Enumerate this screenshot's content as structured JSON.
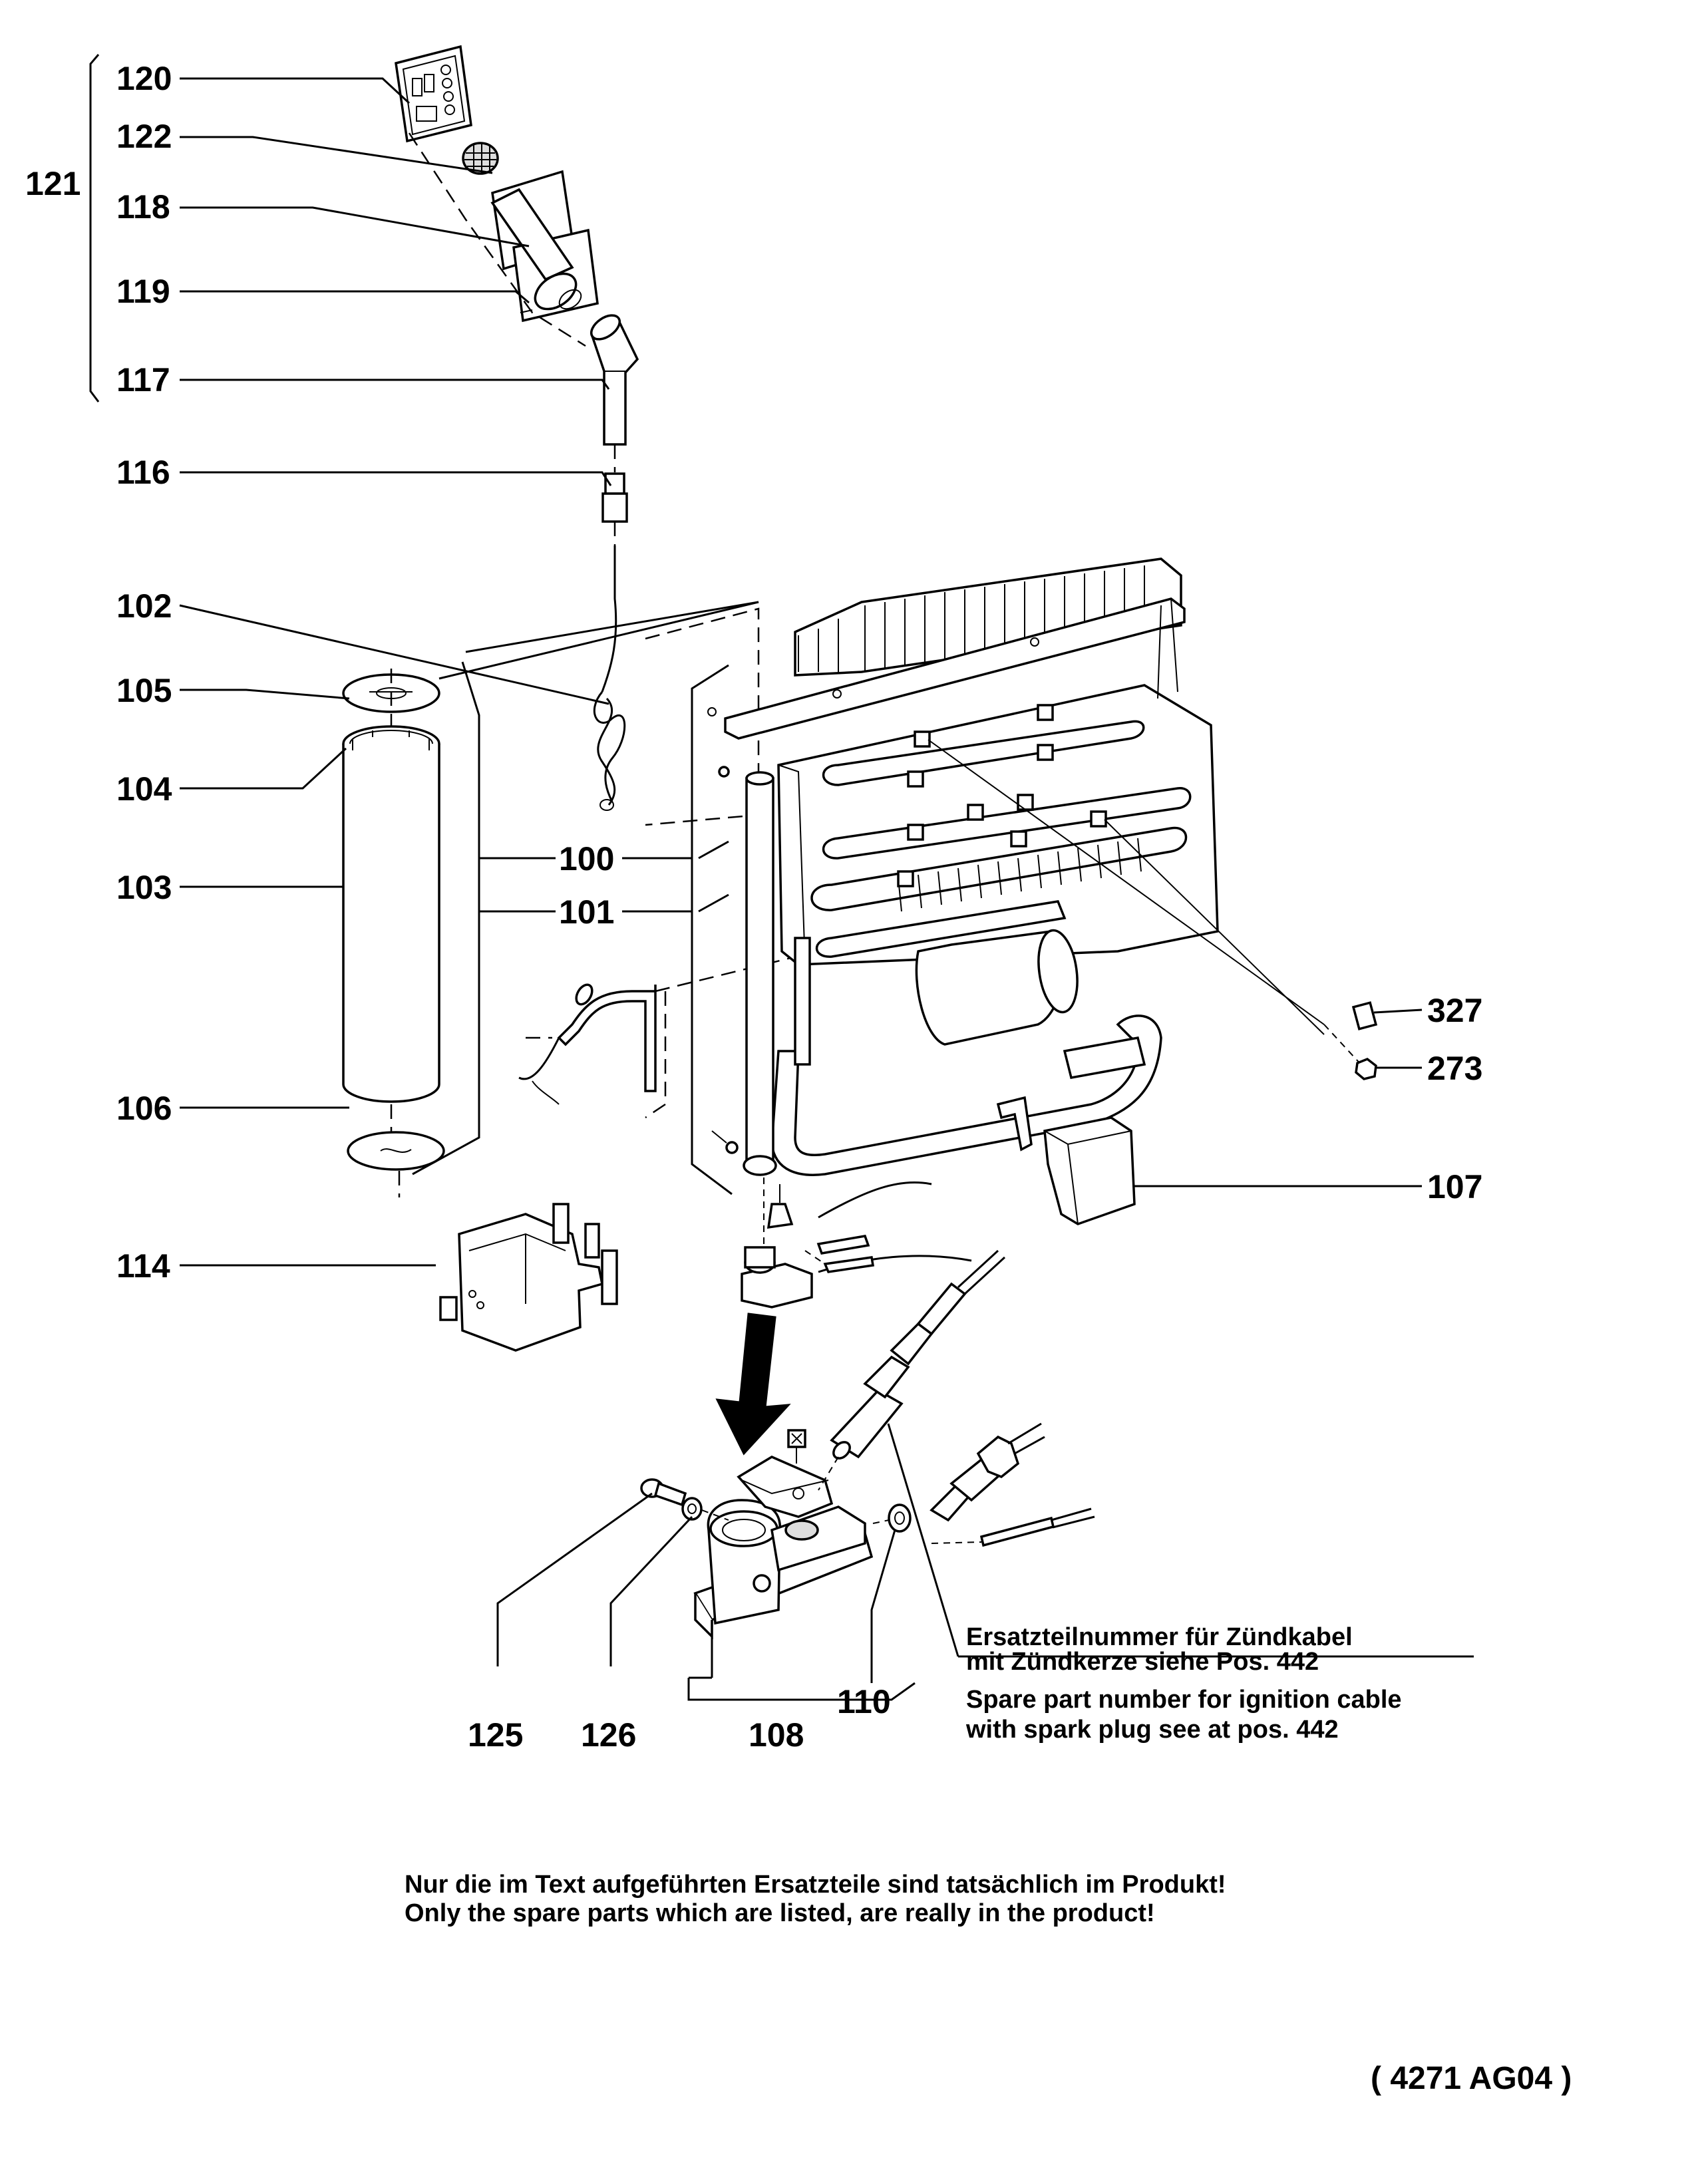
{
  "labels": {
    "p100": "100",
    "p101": "101",
    "p102": "102",
    "p103": "103",
    "p104": "104",
    "p105": "105",
    "p106": "106",
    "p107": "107",
    "p108": "108",
    "p110": "110",
    "p114": "114",
    "p116": "116",
    "p117": "117",
    "p118": "118",
    "p119": "119",
    "p120": "120",
    "p121": "121",
    "p122": "122",
    "p125": "125",
    "p126": "126",
    "p273": "273",
    "p327": "327"
  },
  "notes": {
    "de_line1": "Ersatzteilnummer für Zündkabel",
    "de_line2": "mit Zündkerze siehe Pos. 442",
    "en_line1": "Spare part number for ignition cable",
    "en_line2": "with spark plug see at pos. 442"
  },
  "footer": {
    "de": "Nur die im Text aufgeführten Ersatzteile sind tatsächlich im Produkt!",
    "en": "Only the spare parts which are listed, are really in the product!"
  },
  "drawing_code": "( 4271  AG04 )"
}
